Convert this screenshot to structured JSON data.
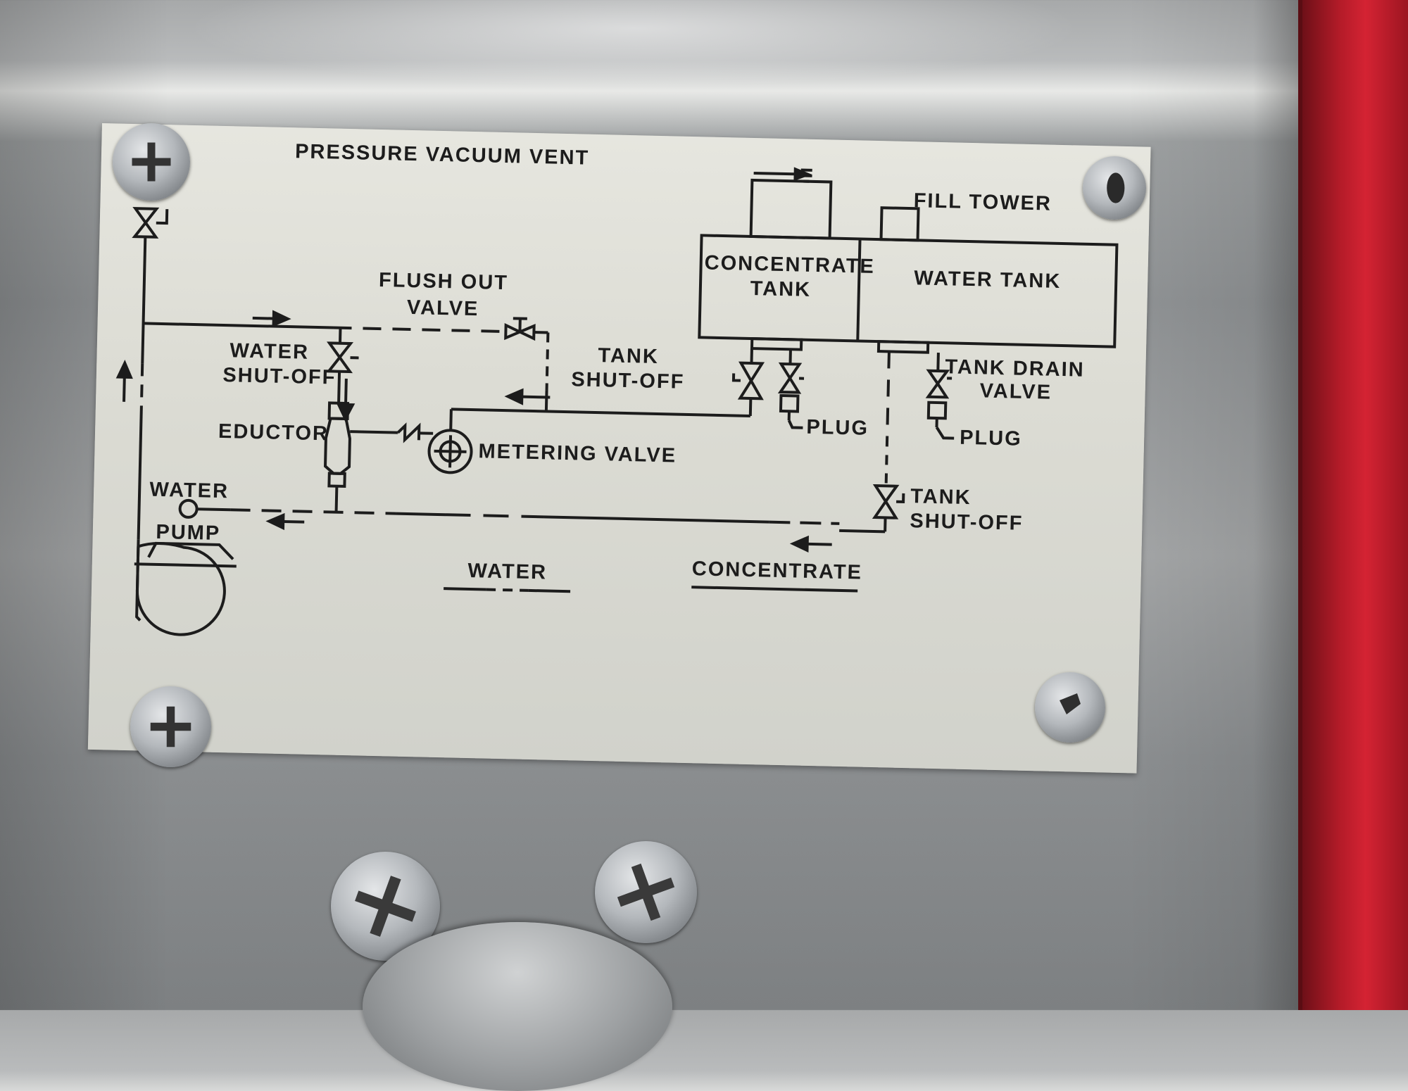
{
  "labels": {
    "pressure_vacuum_vent": "PRESSURE VACUUM VENT",
    "fill_tower": "FILL TOWER",
    "concentrate_tank_1": "CONCENTRATE",
    "concentrate_tank_2": "TANK",
    "water_tank": "WATER TANK",
    "flush_out_valve_1": "FLUSH OUT",
    "flush_out_valve_2": "VALVE",
    "water_shutoff_1": "WATER",
    "water_shutoff_2": "SHUT-OFF",
    "tank_shutoff_upper_1": "TANK",
    "tank_shutoff_upper_2": "SHUT-OFF",
    "tank_drain_valve_1": "TANK DRAIN",
    "tank_drain_valve_2": "VALVE",
    "plug_left": "PLUG",
    "plug_right": "PLUG",
    "eductor": "EDUCTOR",
    "metering_valve": "METERING VALVE",
    "tank_shutoff_lower_1": "TANK",
    "tank_shutoff_lower_2": "SHUT-OFF",
    "water_pump_1": "WATER",
    "water_pump_2": "PUMP",
    "legend_water": "WATER",
    "legend_concentrate": "CONCENTRATE"
  },
  "legend": [
    {
      "label": "WATER",
      "line_style": "dashed"
    },
    {
      "label": "CONCENTRATE",
      "line_style": "solid"
    }
  ],
  "colors": {
    "ink": "#1c1c1c",
    "plate": "#dcdcd4",
    "steel": "#9da0a1",
    "red_panel": "#c41e2d"
  }
}
